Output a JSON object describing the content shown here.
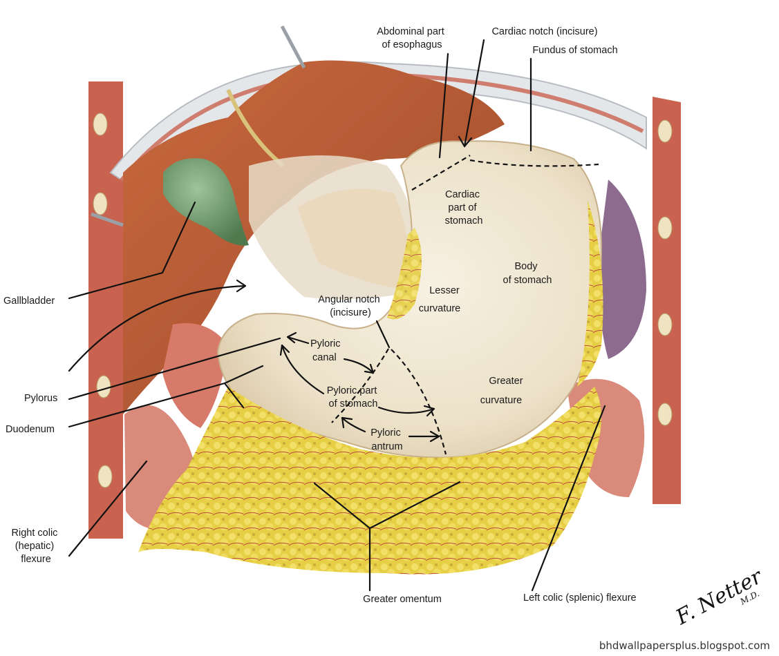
{
  "labels": {
    "esophagus": [
      "Abdominal part",
      "of esophagus"
    ],
    "cardiac_notch": "Cardiac notch (incisure)",
    "fundus": "Fundus of stomach",
    "cardiac_part": [
      "Cardiac",
      "part of",
      "stomach"
    ],
    "body": [
      "Body",
      "of stomach"
    ],
    "lesser_curvature": [
      "Lesser",
      "curvature"
    ],
    "angular_notch": [
      "Angular notch",
      "(incisure)"
    ],
    "pyloric_canal": [
      "Pyloric",
      "canal"
    ],
    "pyloric_part": [
      "Pyloric part",
      "of stomach"
    ],
    "pyloric_antrum": [
      "Pyloric",
      "antrum"
    ],
    "greater_curvature": [
      "Greater",
      "curvature"
    ],
    "gallbladder": "Gallbladder",
    "pylorus": "Pylorus",
    "duodenum": "Duodenum",
    "right_colic": [
      "Right colic",
      "(hepatic)",
      "flexure"
    ],
    "greater_omentum": "Greater omentum",
    "left_colic": "Left colic (splenic) flexure"
  },
  "signature": [
    "F. Netter",
    "M.D."
  ],
  "watermark": "bhdwallpapersplus.blogspot.com",
  "colors": {
    "liver": "#b85a34",
    "stomach": "#efe6d2",
    "gallbladder": "#6f9a6a",
    "omentum_fat": "#e9d24a",
    "muscle_wall": "#c9634f",
    "colon": "#d98a7a",
    "spleen": "#8c6b8f"
  }
}
